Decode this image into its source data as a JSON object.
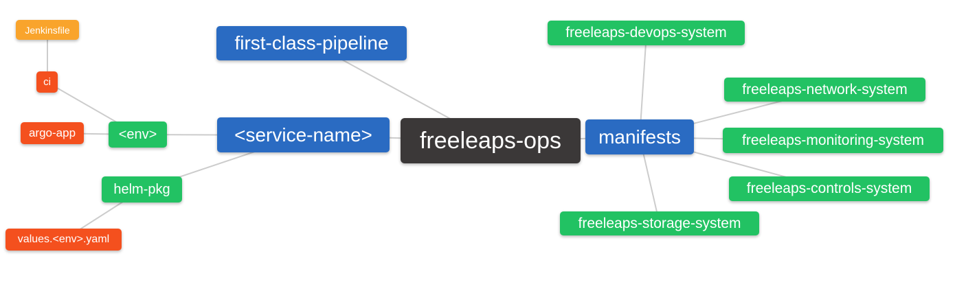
{
  "diagram": {
    "type": "mindmap",
    "root": "freeleaps-ops",
    "colors": {
      "root_bg": "#3B3838",
      "branch_blue_bg": "#2A6BC2",
      "leaf_green_bg": "#22C263",
      "leaf_red_bg": "#F4501E",
      "leaf_orange_bg": "#F9A42C",
      "edge": "#CCCCCC",
      "text": "#FFFFFF",
      "background": "#FFFFFF"
    },
    "nodes": [
      {
        "id": "jenkinsfile",
        "label": "Jenkinsfile",
        "color": "orange"
      },
      {
        "id": "ci",
        "label": "ci",
        "color": "red"
      },
      {
        "id": "argo-app",
        "label": "argo-app",
        "color": "red"
      },
      {
        "id": "env",
        "label": "<env>",
        "color": "green"
      },
      {
        "id": "helm-pkg",
        "label": "helm-pkg",
        "color": "green"
      },
      {
        "id": "values-env-yaml",
        "label": "values.<env>.yaml",
        "color": "red"
      },
      {
        "id": "first-class-pipeline",
        "label": "first-class-pipeline",
        "color": "blue"
      },
      {
        "id": "service-name",
        "label": "<service-name>",
        "color": "blue"
      },
      {
        "id": "freeleaps-ops",
        "label": "freeleaps-ops",
        "color": "dark"
      },
      {
        "id": "manifests",
        "label": "manifests",
        "color": "blue"
      },
      {
        "id": "freeleaps-devops-system",
        "label": "freeleaps-devops-system",
        "color": "green"
      },
      {
        "id": "freeleaps-network-system",
        "label": "freeleaps-network-system",
        "color": "green"
      },
      {
        "id": "freeleaps-monitoring-system",
        "label": "freeleaps-monitoring-system",
        "color": "green"
      },
      {
        "id": "freeleaps-controls-system",
        "label": "freeleaps-controls-system",
        "color": "green"
      },
      {
        "id": "freeleaps-storage-system",
        "label": "freeleaps-storage-system",
        "color": "green"
      }
    ],
    "edges": [
      [
        "Jenkinsfile",
        "ci"
      ],
      [
        "ci",
        "<env>"
      ],
      [
        "argo-app",
        "<env>"
      ],
      [
        "<env>",
        "<service-name>"
      ],
      [
        "helm-pkg",
        "<service-name>"
      ],
      [
        "values.<env>.yaml",
        "helm-pkg"
      ],
      [
        "first-class-pipeline",
        "freeleaps-ops"
      ],
      [
        "<service-name>",
        "freeleaps-ops"
      ],
      [
        "freeleaps-ops",
        "manifests"
      ],
      [
        "manifests",
        "freeleaps-devops-system"
      ],
      [
        "manifests",
        "freeleaps-network-system"
      ],
      [
        "manifests",
        "freeleaps-monitoring-system"
      ],
      [
        "manifests",
        "freeleaps-controls-system"
      ],
      [
        "manifests",
        "freeleaps-storage-system"
      ]
    ]
  }
}
